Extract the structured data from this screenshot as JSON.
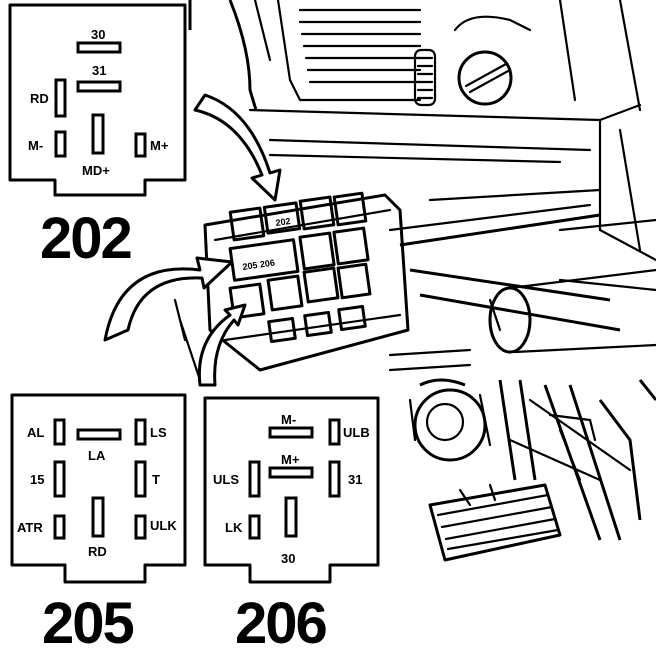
{
  "relays": [
    {
      "number": "202",
      "pins": {
        "p30": "30",
        "p31": "31",
        "rd": "RD",
        "m_minus": "M-",
        "m_plus": "M+",
        "md_plus": "MD+"
      }
    },
    {
      "number": "205",
      "pins": {
        "al": "AL",
        "ls": "LS",
        "la": "LA",
        "p15": "15",
        "t": "T",
        "atr": "ATR",
        "ulk": "ULK",
        "rd": "RD"
      }
    },
    {
      "number": "206",
      "pins": {
        "m_minus": "M-",
        "ulb": "ULB",
        "m_plus": "M+",
        "uls": "ULS",
        "p31": "31",
        "lk": "LK",
        "p30": "30"
      }
    }
  ],
  "fusebox_labels": {
    "top": "202",
    "middle": "205 206"
  }
}
